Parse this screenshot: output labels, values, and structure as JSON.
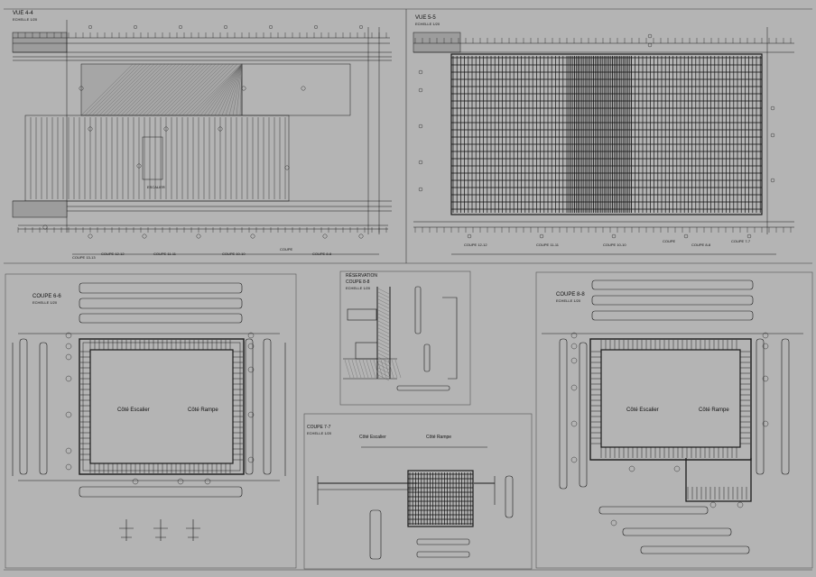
{
  "colors": {
    "paper": "#b4b4b4",
    "ink": "#1a1a1a",
    "soft": "#3a3a3a",
    "hatch": "#9c9c9c"
  },
  "vue44": {
    "title": "VUE 4-4",
    "scale": "ECHELLE 1/20",
    "inner_label": "ESCALIER",
    "bottom_labels": [
      "COUPE 13-13",
      "COUPE 12-12",
      "COUPE 11-11",
      "COUPE 10-10",
      "COUPE",
      "COUPE 8-8"
    ]
  },
  "vue55": {
    "title": "VUE 5-5",
    "scale": "ECHELLE 1/20",
    "bottom_labels": [
      "COUPE 12-12",
      "COUPE 11-11",
      "COUPE 10-10",
      "COUPE",
      "COUPE 8-8",
      "COUPE 7-7"
    ]
  },
  "coupe66": {
    "title": "COUPE 6-6",
    "scale": "ECHELLE 1/20",
    "left_label": "Côté Escalier",
    "right_label": "Côté Rampe"
  },
  "reservation": {
    "title": "RÉSERVATION",
    "subtitle": "COUPE 8-8",
    "scale": "ECHELLE 1/20"
  },
  "coupe77": {
    "title": "COUPE 7-7",
    "scale": "ECHELLE 1/20",
    "left_label": "Côté Escalier",
    "right_label": "Côté Rampe"
  },
  "coupe88": {
    "title": "COUPE 8-8",
    "scale": "ECHELLE 1/20",
    "left_label": "Côté Escalier",
    "right_label": "Côté Rampe"
  }
}
